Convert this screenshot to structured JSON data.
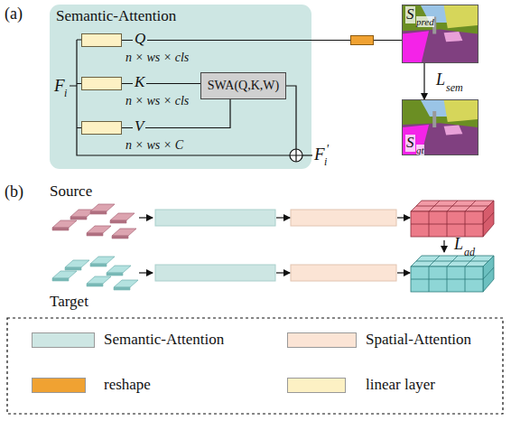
{
  "diagram": {
    "nodes": [
      {
        "text": [
          "Semantic-Attention"
        ]
      },
      {
        "text": [
          "Q",
          "n × ws × cls"
        ],
        "in": 0
      },
      {
        "text": [
          "K",
          "n × ws × cls"
        ],
        "in": 0
      },
      {
        "text": [
          "V",
          "n × ws × C"
        ],
        "in": 0
      },
      {
        "text": [
          "SWA(Q,K,W)"
        ],
        "in": 0
      },
      {
        "text": [
          "S",
          "pred"
        ]
      },
      {
        "text": [
          "S",
          "gt"
        ]
      }
    ],
    "edges": [
      {
        "from": 1,
        "to": 5,
        "arrow": "none"
      },
      {
        "from": 2,
        "to": 4,
        "arrow": "none"
      },
      {
        "from": 3,
        "to": 4,
        "arrow": "none"
      },
      {
        "from": 5,
        "to": 6,
        "arrow": "to"
      }
    ],
    "labels": [
      "(a)",
      "F",
      "i",
      "F",
      "i",
      "'",
      "L",
      "sem",
      "(b)",
      "Source",
      "Target",
      "L",
      "ad"
    ],
    "legend": [
      {
        "text": "Semantic-Attention",
        "color": "#cde6e3"
      },
      {
        "text": "Spatial-Attention",
        "color": "#fbe4d5"
      },
      {
        "text": "reshape",
        "color": "#f0a232"
      },
      {
        "text": "linear layer",
        "color": "#fdf1c4"
      }
    ]
  }
}
